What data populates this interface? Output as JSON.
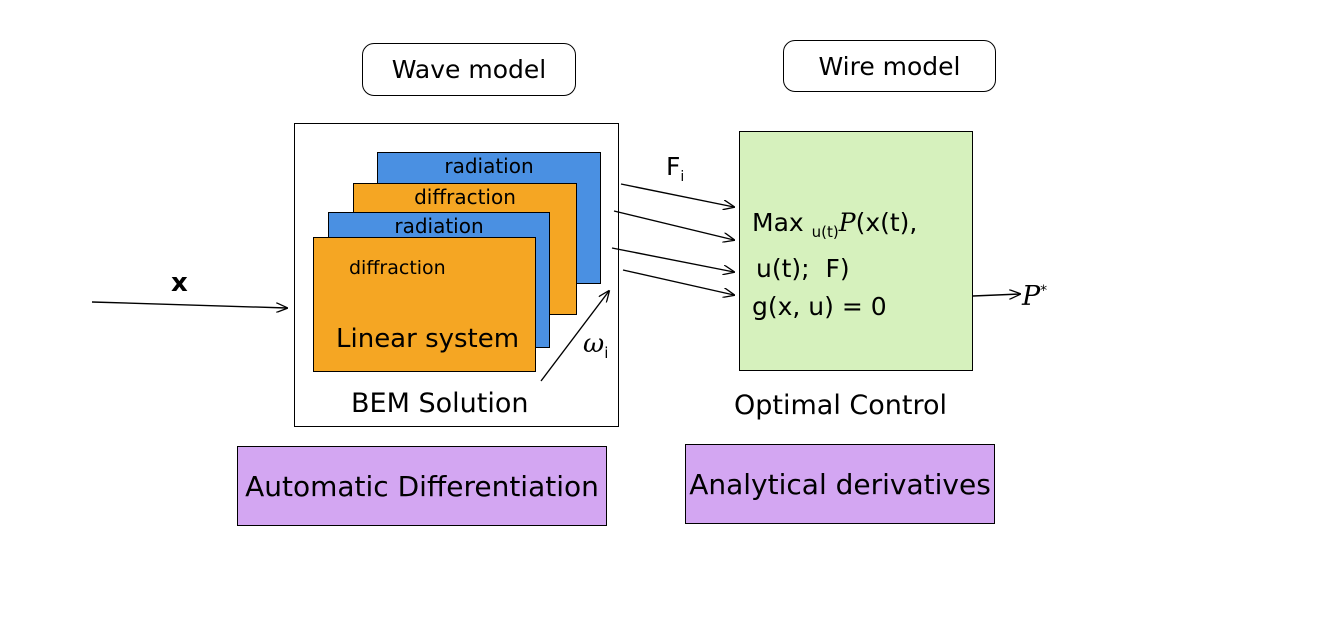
{
  "wave_model": {
    "label": "Wave model",
    "panel_caption": "BEM Solution",
    "cards": [
      "radiation",
      "diffraction",
      "radiation",
      "diffraction"
    ],
    "front_label": "Linear system",
    "method": "Automatic Differentiation"
  },
  "wire_model": {
    "label": "Wire model",
    "eq_line1_prefix": "Max ",
    "eq_line1_sub": "u(t)",
    "eq_line1_var": "P",
    "eq_line1_suffix": "(x(t),",
    "eq_line2": "u(t);  F)",
    "eq_line3": "g(x, u) = 0",
    "panel_caption": "Optimal Control",
    "method": "Analytical derivatives"
  },
  "input": {
    "label": "x"
  },
  "forces": {
    "base": "F",
    "sub": "i"
  },
  "frequency": {
    "base": "ω",
    "sub": "i"
  },
  "output": {
    "base": "P",
    "sup": "*"
  },
  "colors": {
    "radiation": "#4a90e2",
    "diffraction": "#f5a623",
    "method_box": "#d3a6f2",
    "control_box": "#d6f1bd"
  }
}
